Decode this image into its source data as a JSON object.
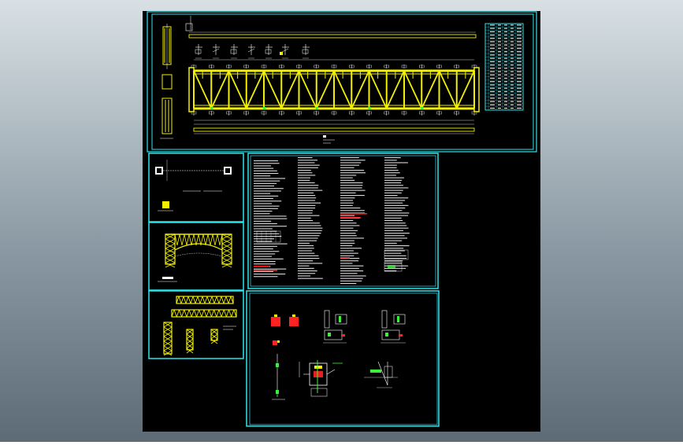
{
  "viewport": {
    "background_gradient": [
      "#d8e0e4",
      "#8b9aa4",
      "#5d6b76"
    ]
  },
  "colors": {
    "sheet_bg": "#000000",
    "frame": "#2fe4ee",
    "truss": "#f2f000",
    "white": "#ffffff",
    "red": "#ff2222",
    "green": "#3ef03e"
  },
  "sheets": [
    {
      "id": "truss-elevation",
      "title_block": "table"
    },
    {
      "id": "node-detail-plan"
    },
    {
      "id": "portal-frame-elevation"
    },
    {
      "id": "truss-segments"
    },
    {
      "id": "design-notes"
    },
    {
      "id": "connection-details"
    }
  ]
}
